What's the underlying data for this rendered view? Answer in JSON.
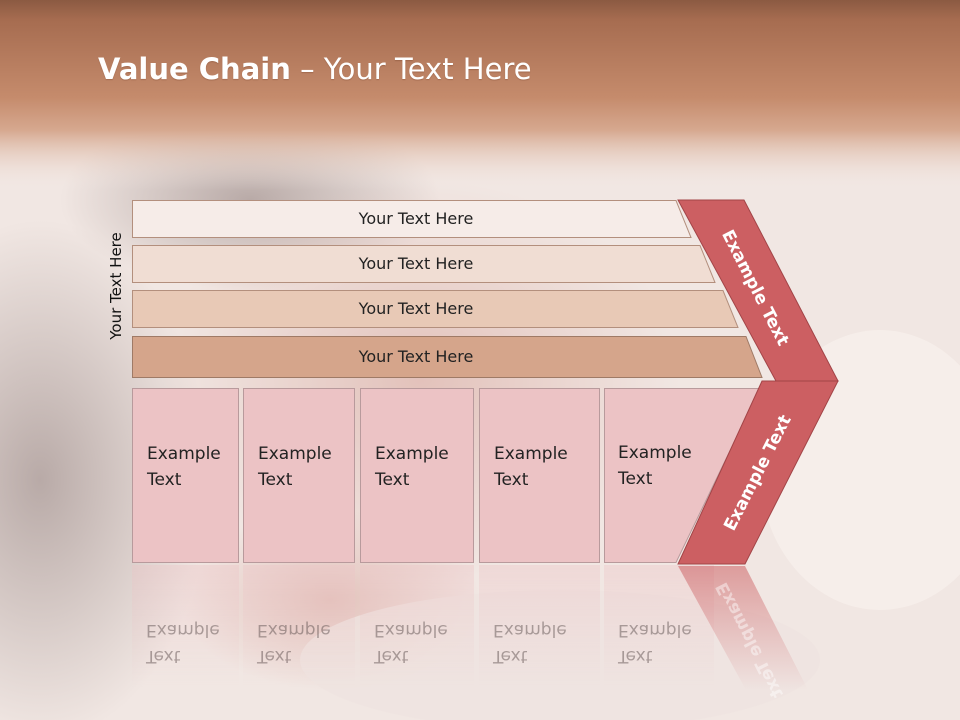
{
  "title": {
    "bold": "Value Chain",
    "rest": " – Your Text Here"
  },
  "side_label": "Your Text Here",
  "rows": [
    {
      "label": "Your Text Here",
      "color": "#f6ece8"
    },
    {
      "label": "Your Text Here",
      "color": "#f0ddd3"
    },
    {
      "label": "Your Text Here",
      "color": "#e8c9b6"
    },
    {
      "label": "Your Text Here",
      "color": "#d5a58b"
    }
  ],
  "boxes": [
    {
      "line1": "Example",
      "line2": "Text"
    },
    {
      "line1": "Example",
      "line2": "Text"
    },
    {
      "line1": "Example",
      "line2": "Text"
    },
    {
      "line1": "Example",
      "line2": "Text"
    },
    {
      "line1": "Example",
      "line2": "Text"
    }
  ],
  "chevron": {
    "upper_text": "Example Text",
    "lower_text": "Example Text",
    "color": "#cc5f62"
  },
  "colors": {
    "header_top": "#8b5a42",
    "header_mid": "#c08466",
    "box": "#ecc3c5"
  }
}
